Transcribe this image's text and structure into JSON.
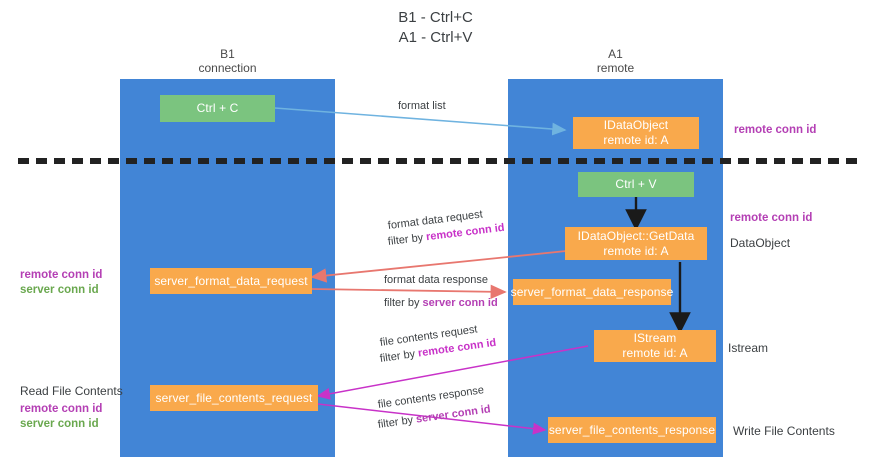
{
  "title": "B1 - Ctrl+C\nA1 - Ctrl+V",
  "lanes": [
    {
      "id": "b1",
      "header": "B1\nconnection"
    },
    {
      "id": "a1",
      "header": "A1\nremote"
    }
  ],
  "nodes": {
    "ctrl_c": "Ctrl + C",
    "idataobject": "IDataObject\nremote id: A",
    "ctrl_v": "Ctrl + V",
    "getdata": "IDataObject::GetData\nremote id: A",
    "server_format_data_request": "server_format_data_request",
    "server_format_data_response": "server_format_data_response",
    "istream": "IStream\nremote id: A",
    "server_file_contents_request": "server_file_contents_request",
    "server_file_contents_response": "server_file_contents_response"
  },
  "edges": {
    "format_list": "format list",
    "format_data_request": "format data request",
    "format_data_request_filter_prefix": "filter by ",
    "format_data_request_filter_key": "remote conn id",
    "format_data_response": "format data response",
    "format_data_response_filter_prefix": "filter by ",
    "format_data_response_filter_key": "server conn id",
    "file_contents_request": "file contents request",
    "file_contents_request_filter_prefix": "filter by ",
    "file_contents_request_filter_key": "remote conn id",
    "file_contents_response": "file contents response",
    "file_contents_response_filter_prefix": "filter by ",
    "file_contents_response_filter_key": "server conn id"
  },
  "annotations": {
    "right_remote_conn_id_top": "remote conn id",
    "right_remote_conn_id_mid": "remote conn id",
    "right_dataobject": "DataObject",
    "right_istream": "Istream",
    "right_write_file_contents": "Write File Contents",
    "left_remote_conn_id_mid": "remote conn id",
    "left_server_conn_id_mid": "server conn id",
    "left_read_file_contents": "Read File Contents",
    "left_remote_conn_id_bottom": "remote conn id",
    "left_server_conn_id_bottom": "server conn id"
  },
  "colors": {
    "lane": "#4285d6",
    "node_orange": "#f9a94c",
    "node_green": "#7bc47f",
    "accent_purple": "#b43fb4",
    "accent_green": "#6aa84f",
    "arrow_blue": "#6fb3e0",
    "arrow_red": "#e8776f",
    "arrow_magenta": "#c832c8",
    "arrow_black": "#1a1a1a",
    "divider": "#222222"
  }
}
